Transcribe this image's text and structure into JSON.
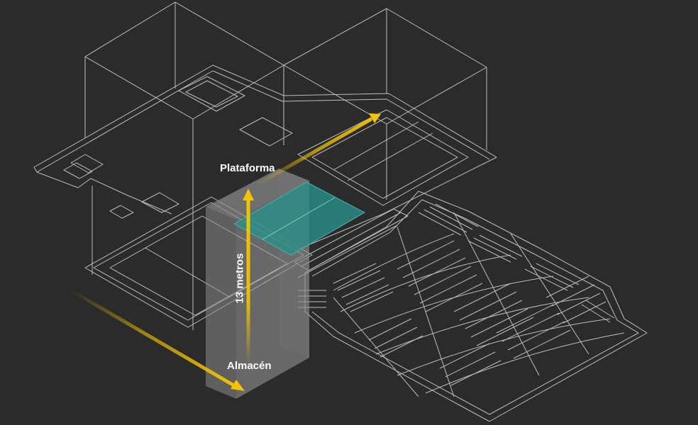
{
  "diagram": {
    "labels": {
      "platform": "Plataforma",
      "storage": "Almacén",
      "height": "13 metros"
    },
    "colors": {
      "background": "#2b2b2b",
      "wireframe": "#bdbdbd",
      "shaft": "#8a8a8a",
      "platform_fill": "#2a8f88",
      "arrow": "#f5c400"
    },
    "icons": [
      "up-arrow-icon",
      "diagonal-arrow-icon"
    ]
  }
}
